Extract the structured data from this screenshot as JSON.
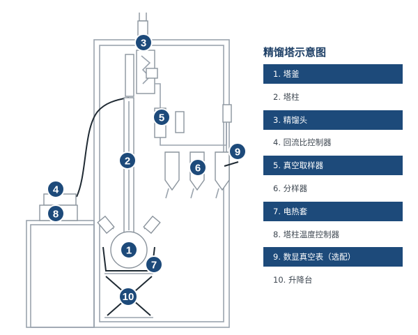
{
  "legend": {
    "title": "精馏塔示意图",
    "items": [
      {
        "label": "1. 塔釜",
        "filled": true
      },
      {
        "label": "2. 塔柱",
        "filled": false
      },
      {
        "label": "3. 精馏头",
        "filled": true
      },
      {
        "label": "4. 回流比控制器",
        "filled": false
      },
      {
        "label": "5. 真空取样器",
        "filled": true
      },
      {
        "label": "6. 分样器",
        "filled": false
      },
      {
        "label": "7. 电热套",
        "filled": true
      },
      {
        "label": "8. 塔柱温度控制器",
        "filled": false
      },
      {
        "label": "9. 数显真空表（选配）",
        "filled": true
      },
      {
        "label": "10. 升降台",
        "filled": false
      }
    ]
  },
  "markers": [
    "1",
    "2",
    "3",
    "4",
    "5",
    "6",
    "7",
    "8",
    "9",
    "10"
  ],
  "colors": {
    "accent": "#1d4a7a",
    "frame": "#9aa3ad",
    "title": "#1d3f66"
  }
}
